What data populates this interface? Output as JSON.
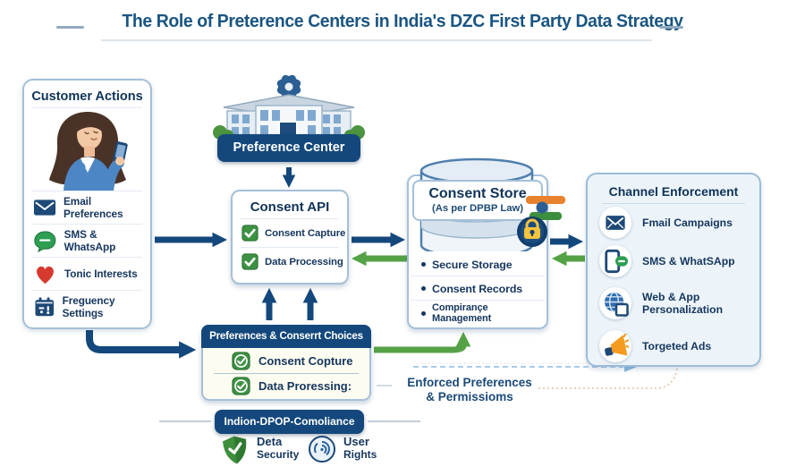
{
  "title": "The Role of Preterence Centers in India's DZC First Party Data Strategy",
  "customer_actions": {
    "title": "Customer Actions",
    "items": [
      {
        "icon": "envelope-icon",
        "label": "Email Preferences"
      },
      {
        "icon": "chat-bubble-icon",
        "label": "SMS & WhatsApp"
      },
      {
        "icon": "heart-icon",
        "label": "Tonic Interests"
      },
      {
        "icon": "calendar-icon",
        "label": "Freguency Settings"
      }
    ]
  },
  "preference_center": {
    "label": "Preference Center"
  },
  "consent_api": {
    "title": "Consent API",
    "items": [
      {
        "icon": "checkbox-icon",
        "label": "Consent Capture"
      },
      {
        "icon": "checkbox-icon",
        "label": "Data Processing"
      }
    ]
  },
  "consent_store": {
    "title": "Consent Store",
    "subtitle": "(As per DPBP Law)",
    "bullets": [
      {
        "label": "Secure Storage"
      },
      {
        "label": "Consent Records"
      },
      {
        "label": "Compirançe Management"
      }
    ]
  },
  "channel_enforcement": {
    "title": "Channel Enforcement",
    "items": [
      {
        "icon": "email-campaign-icon",
        "label": "Fmail Campaigns"
      },
      {
        "icon": "sms-phone-icon",
        "label": "SMS & WhatSApp"
      },
      {
        "icon": "web-globe-icon",
        "label": "Web & App Personalization"
      },
      {
        "icon": "megaphone-icon",
        "label": "Torgeted Ads"
      }
    ]
  },
  "preferences_choices": {
    "title": "Preferences & Conserrt Choices",
    "items": [
      {
        "icon": "check-badge-icon",
        "label": "Consent Copture"
      },
      {
        "icon": "check-badge-icon",
        "label": "Data Proressing:"
      }
    ]
  },
  "compliance": {
    "label": "Indion-DPOP-Comoliance",
    "items": [
      {
        "icon": "shield-check-icon",
        "label": "Deta",
        "sub": "Security"
      },
      {
        "icon": "fingerprint-icon",
        "label": "User",
        "sub": "Rights"
      }
    ]
  },
  "annotations": {
    "enforced_line1": "Enforced Preferences",
    "enforced_line2": "& Permissioms"
  },
  "colors": {
    "navy_arrow": "#14487c",
    "green_arrow": "#55a246",
    "title_blue": "#1a5582",
    "box_border": "#a5c0d8",
    "lock_yellow": "#f6c33c",
    "flag_orange": "#e8822e",
    "flag_green": "#3d8f3d"
  }
}
